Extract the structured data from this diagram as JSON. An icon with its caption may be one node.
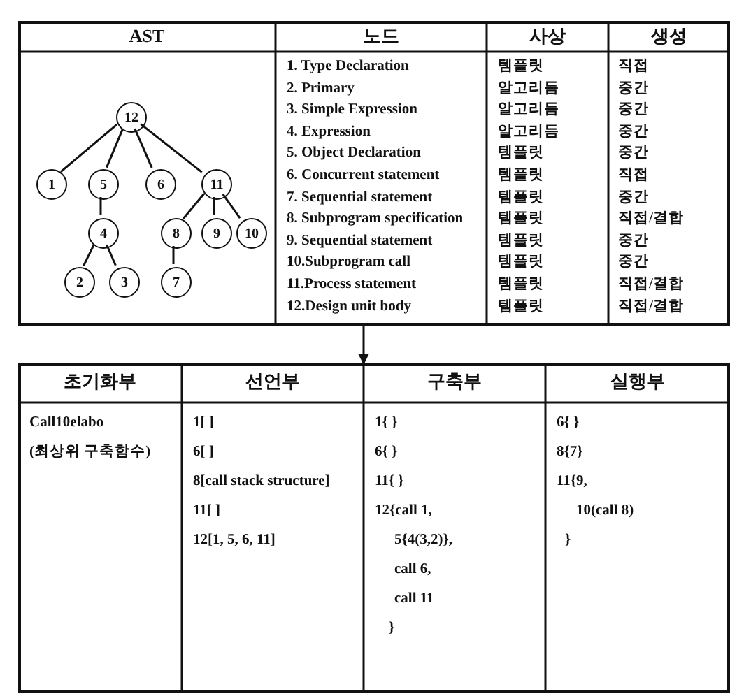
{
  "diagram": {
    "nodes": [
      {
        "text": [],
        "shape": "box"
      },
      {
        "text": [
          "12"
        ],
        "in": 0
      },
      {
        "text": [
          "1"
        ],
        "in": 0
      },
      {
        "text": [
          "5"
        ],
        "in": 0
      },
      {
        "text": [
          "6"
        ],
        "in": 0
      },
      {
        "text": [
          "11"
        ],
        "in": 0
      },
      {
        "text": [
          "4"
        ],
        "in": 0
      },
      {
        "text": [
          "8"
        ],
        "in": 0
      },
      {
        "text": [
          "9"
        ],
        "in": 0
      },
      {
        "text": [
          "10"
        ],
        "in": 0
      },
      {
        "text": [
          "2"
        ],
        "in": 0
      },
      {
        "text": [
          "3"
        ],
        "in": 0
      },
      {
        "text": [
          "7"
        ],
        "in": 0
      },
      {
        "text": [],
        "shape": "box"
      }
    ],
    "edges": [
      {
        "from": 1,
        "to": 2,
        "arrow": "none"
      },
      {
        "from": 1,
        "to": 3,
        "arrow": "none"
      },
      {
        "from": 1,
        "to": 4,
        "arrow": "none"
      },
      {
        "from": 1,
        "to": 5,
        "arrow": "none"
      },
      {
        "from": 3,
        "to": 6,
        "arrow": "none"
      },
      {
        "from": 5,
        "to": 7,
        "arrow": "none"
      },
      {
        "from": 5,
        "to": 8,
        "arrow": "none"
      },
      {
        "from": 5,
        "to": 9,
        "arrow": "none"
      },
      {
        "from": 6,
        "to": 10,
        "arrow": "none"
      },
      {
        "from": 6,
        "to": 11,
        "arrow": "none"
      },
      {
        "from": 7,
        "to": 12,
        "arrow": "none"
      },
      {
        "from": 0,
        "to": 13,
        "arrow": "to"
      }
    ],
    "labels": [
      "AST",
      "노드",
      "사상",
      "생성",
      "1. Type Declaration",
      "템플릿",
      "직접",
      "2. Primary",
      "알고리듬",
      "중간",
      "3. Simple Expression",
      "알고리듬",
      "중간",
      "4. Expression",
      "알고리듬",
      "중간",
      "5. Object Declaration",
      "템플릿",
      "중간",
      "6. Concurrent statement",
      "템플릿",
      "직접",
      "7. Sequential statement",
      "템플릿",
      "중간",
      "8. Subprogram specification",
      "템플릿",
      "직접/결합",
      "9. Sequential statement",
      "템플릿",
      "중간",
      "10.Subprogram call",
      "템플릿",
      "중간",
      "11.Process statement",
      "템플릿",
      "직접/결합",
      "12.Design unit body",
      "템플릿",
      "직접/결합",
      "초기화부",
      "선언부",
      "구축부",
      "실행부",
      "Call10elabo",
      "(최상위 구축함수)",
      "1[ ]",
      "6[ ]",
      "8[call stack structure]",
      "11[ ]",
      "12[1, 5, 6, 11]",
      "1{ }",
      "6{ }",
      "11{ }",
      "12{call 1,",
      "5{4(3,2)},",
      "call 6,",
      "call 11",
      "}",
      "6{ }",
      "8{7}",
      "11{9,",
      "10(call 8)",
      "}"
    ]
  }
}
